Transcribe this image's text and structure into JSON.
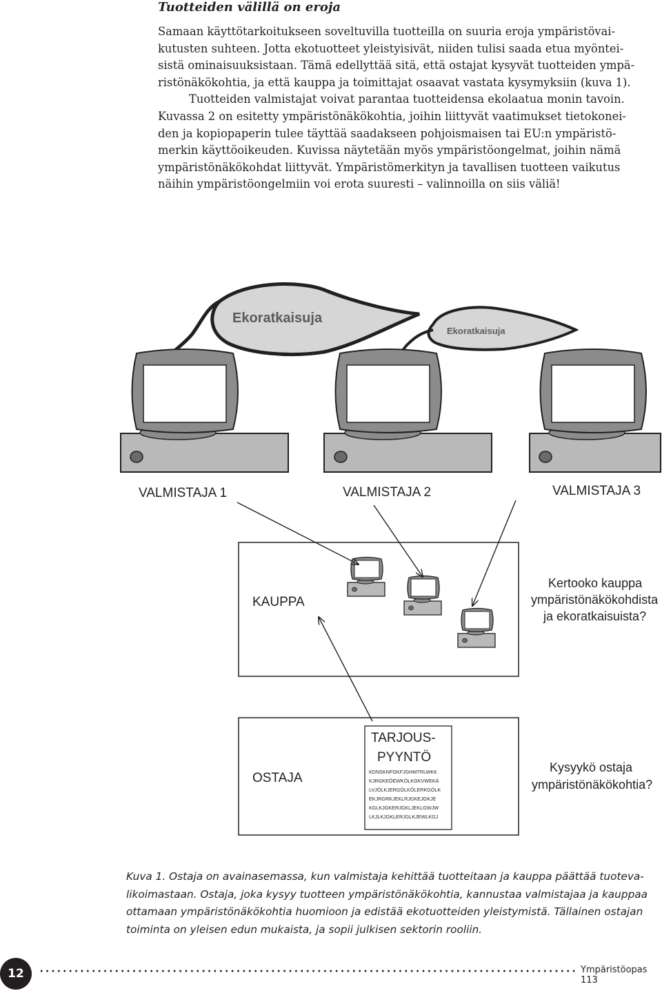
{
  "subheading": "Tuotteiden välillä on eroja",
  "body_lines": [
    "Samaan käyttötarkoitukseen soveltuvilla tuotteilla on suuria eroja ympäristövai-",
    "kutusten suhteen. Jotta ekotuotteet yleistyisivät, niiden tulisi saada etua myöntei-",
    "sistä ominaisuuksistaan. Tämä edellyttää sitä, että ostajat kysyvät tuotteiden ympä-",
    "ristönäkökohtia, ja että kauppa ja toimittajat osaavat vastata kysymyksiin (kuva 1).",
    "Tuotteiden valmistajat voivat parantaa tuotteidensa ekolaatua monin tavoin.",
    "Kuvassa 2 on esitetty ympäristönäkökohtia, joihin liittyvät vaatimukset tietokonei-",
    "den ja kopiopaperin tulee täyttää saadakseen pohjoismaisen tai EU:n ympäristö-",
    "merkin käyttöoikeuden. Kuvissa näytetään myös ympäristöongelmat, joihin nämä",
    "ympäristönäkökohdat liittyvät. Ympäristömerkityn ja tavallisen tuotteen vaikutus",
    "näihin ympäristöongelmiin voi erota suuresti – valinnoilla on siis väliä!"
  ],
  "diagram": {
    "leaf_labels": [
      "Ekoratkaisuja",
      "Ekoratkaisuja"
    ],
    "manufacturers": [
      "VALMISTAJA 1",
      "VALMISTAJA 2",
      "VALMISTAJA 3"
    ],
    "store": {
      "label": "KAUPPA",
      "question": [
        "Kertooko kauppa",
        "ympäristönäkökohdista",
        "ja ekoratkaisuista?"
      ]
    },
    "buyer": {
      "label": "OSTAJA",
      "question": [
        "Kysyykö ostaja",
        "ympäristönäkökohtia?"
      ]
    },
    "tender": {
      "title": [
        "TARJOUS-",
        "PYYNTÖ"
      ],
      "lines": [
        "KDNSKNFGKFJGHMTRLWKK",
        "KJRGKEÖEWKÖLKGKVWEKÄ",
        "LVJÖLKJERGÖLKÖLERKGÖLK",
        "EKJRGRKJEKLRJGKEJGKJE",
        "KGLKJGKERJGKLJEKLGWJW",
        "LKJLKJGKLERJGLKJEWLKGJ"
      ]
    }
  },
  "caption_lines": [
    "Kuva 1. Ostaja on avainasemassa, kun valmistaja kehittää tuotteitaan ja kauppa päättää tuoteva-",
    "likoimastaan. Ostaja, joka kysyy tuotteen ympäristönäkökohtia, kannustaa valmistajaa ja kauppaa",
    "ottamaan ympäristönäkökohtia huomioon ja edistää ekotuotteiden yleistymistä. Tällainen ostajan",
    "toiminta on yleisen edun mukaista, ja sopii julkisen sektorin rooliin."
  ],
  "footer": {
    "page_number": "12",
    "publication": "Ympäristöopas 113"
  }
}
